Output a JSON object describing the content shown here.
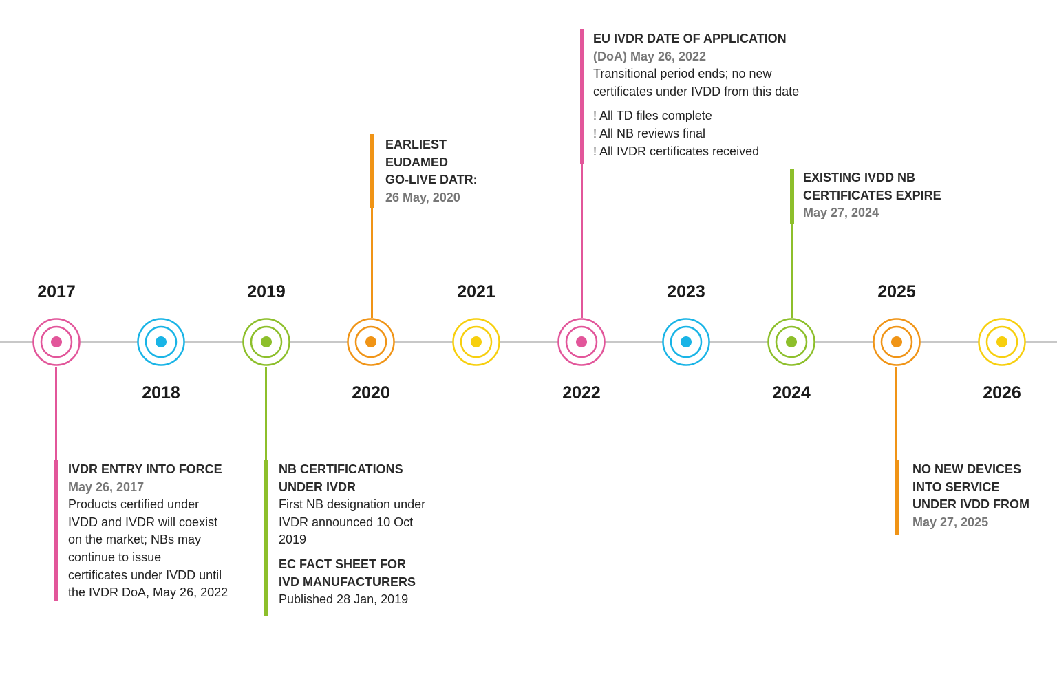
{
  "colors": {
    "pink": "#e2569a",
    "blue": "#19b4e6",
    "green": "#8dbf2b",
    "orange": "#f09416",
    "yellow": "#f7cf0e",
    "axis": "#c8c8c8"
  },
  "timeline": {
    "years": [
      {
        "label": "2017",
        "color": "pink"
      },
      {
        "label": "2018",
        "color": "blue"
      },
      {
        "label": "2019",
        "color": "green"
      },
      {
        "label": "2020",
        "color": "orange"
      },
      {
        "label": "2021",
        "color": "yellow"
      },
      {
        "label": "2022",
        "color": "pink"
      },
      {
        "label": "2023",
        "color": "blue"
      },
      {
        "label": "2024",
        "color": "green"
      },
      {
        "label": "2025",
        "color": "orange"
      },
      {
        "label": "2026",
        "color": "yellow"
      }
    ]
  },
  "events": {
    "ivdr_entry": {
      "title": "IVDR ENTRY INTO FORCE",
      "date": "May 26, 2017",
      "desc": "Products certified under\nIVDD and IVDR will coexist\non the market; NBs may\ncontinue to issue\ncertificates under IVDD until\nthe IVDR DoA, May 26, 2022"
    },
    "nb_cert": {
      "title": "NB CERTIFICATIONS\nUNDER IVDR",
      "desc": "First NB designation under\nIVDR announced 10 Oct\n2019",
      "title2": "EC FACT SHEET FOR\nIVD MANUFACTURERS",
      "desc2": "Published 28 Jan, 2019"
    },
    "eudamed": {
      "title": "EARLIEST\nEUDAMED\nGO-LIVE DATR:",
      "date": "26 May, 2020"
    },
    "doa": {
      "title": "EU IVDR DATE OF APPLICATION",
      "date": "(DoA) May 26, 2022",
      "desc": "Transitional period ends; no new\ncertificates under IVDD from this date",
      "bullets": [
        "!  All TD files complete",
        "!  All NB reviews final",
        "!  All IVDR certificates received"
      ]
    },
    "ivdd_expire": {
      "title": "EXISTING IVDD NB\nCERTIFICATES EXPIRE",
      "date": "May 27, 2024"
    },
    "no_new": {
      "title": "NO NEW DEVICES\nINTO SERVICE\nUNDER IVDD FROM",
      "date": "May 27, 2025"
    }
  }
}
